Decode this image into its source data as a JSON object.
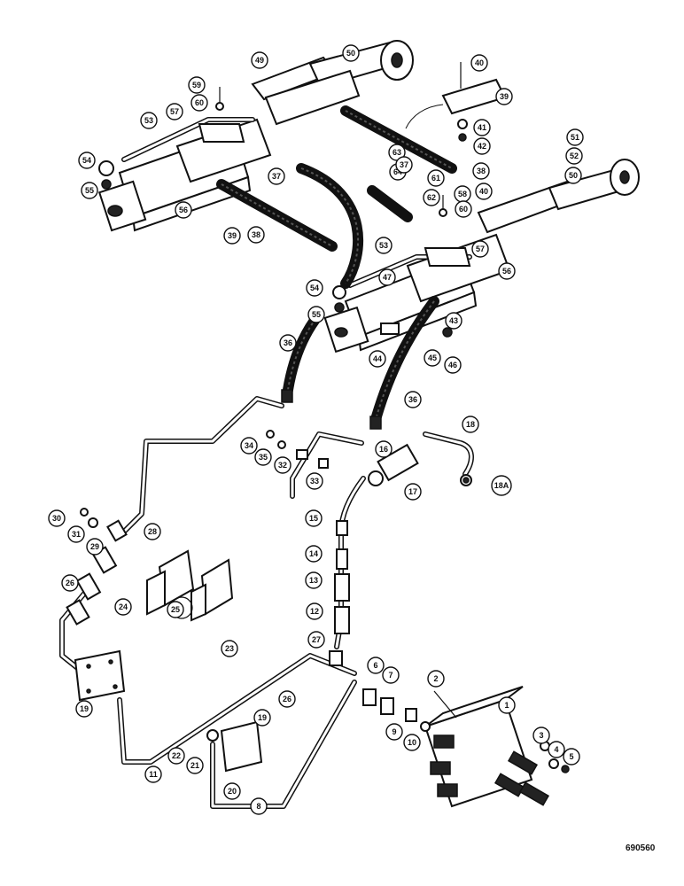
{
  "figure_ref": "690560",
  "callouts": [
    {
      "label": "49"
    },
    {
      "label": "50"
    },
    {
      "label": "40"
    },
    {
      "label": "39"
    },
    {
      "label": "59"
    },
    {
      "label": "60"
    },
    {
      "label": "57"
    },
    {
      "label": "53"
    },
    {
      "label": "54"
    },
    {
      "label": "55"
    },
    {
      "label": "56"
    },
    {
      "label": "37"
    },
    {
      "label": "38"
    },
    {
      "label": "41"
    },
    {
      "label": "42"
    },
    {
      "label": "51"
    },
    {
      "label": "52"
    },
    {
      "label": "63"
    },
    {
      "label": "64"
    },
    {
      "label": "61"
    },
    {
      "label": "38"
    },
    {
      "label": "62"
    },
    {
      "label": "58"
    },
    {
      "label": "60"
    },
    {
      "label": "40"
    },
    {
      "label": "50"
    },
    {
      "label": "37"
    },
    {
      "label": "39"
    },
    {
      "label": "53"
    },
    {
      "label": "57"
    },
    {
      "label": "56"
    },
    {
      "label": "54"
    },
    {
      "label": "47"
    },
    {
      "label": "55"
    },
    {
      "label": "43"
    },
    {
      "label": "36"
    },
    {
      "label": "44"
    },
    {
      "label": "45"
    },
    {
      "label": "46"
    },
    {
      "label": "36"
    },
    {
      "label": "18"
    },
    {
      "label": "34"
    },
    {
      "label": "16"
    },
    {
      "label": "35"
    },
    {
      "label": "32"
    },
    {
      "label": "33"
    },
    {
      "label": "17"
    },
    {
      "label": "18A"
    },
    {
      "label": "30"
    },
    {
      "label": "31"
    },
    {
      "label": "28"
    },
    {
      "label": "29"
    },
    {
      "label": "15"
    },
    {
      "label": "14"
    },
    {
      "label": "26"
    },
    {
      "label": "13"
    },
    {
      "label": "24"
    },
    {
      "label": "25"
    },
    {
      "label": "12"
    },
    {
      "label": "23"
    },
    {
      "label": "27"
    },
    {
      "label": "6"
    },
    {
      "label": "7"
    },
    {
      "label": "2"
    },
    {
      "label": "1"
    },
    {
      "label": "19"
    },
    {
      "label": "26"
    },
    {
      "label": "19"
    },
    {
      "label": "9"
    },
    {
      "label": "3"
    },
    {
      "label": "10"
    },
    {
      "label": "22"
    },
    {
      "label": "21"
    },
    {
      "label": "4"
    },
    {
      "label": "11"
    },
    {
      "label": "5"
    },
    {
      "label": "20"
    },
    {
      "label": "8"
    }
  ]
}
